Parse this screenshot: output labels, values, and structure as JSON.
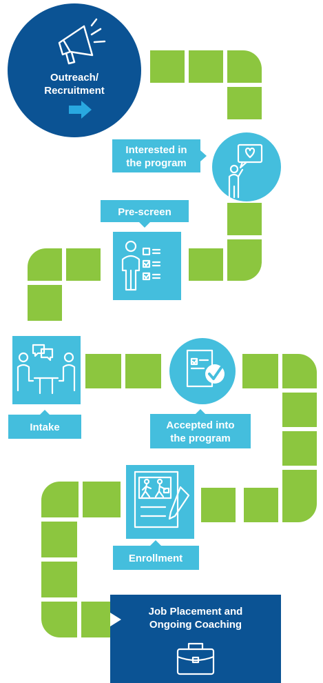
{
  "colors": {
    "path_green": "#8CC63F",
    "cyan": "#44BEDD",
    "navy": "#0B5394",
    "arrow": "#29A8E0",
    "white": "#FFFFFF"
  },
  "steps": [
    {
      "id": "outreach",
      "label_line1": "Outreach/",
      "label_line2": "Recruitment",
      "icon": "megaphone-icon"
    },
    {
      "id": "interested",
      "label_line1": "Interested in",
      "label_line2": "the program",
      "icon": "person-heart-speech-icon"
    },
    {
      "id": "prescreen",
      "label": "Pre-screen",
      "icon": "person-checklist-icon"
    },
    {
      "id": "intake",
      "label": "Intake",
      "icon": "meeting-table-icon"
    },
    {
      "id": "accepted",
      "label_line1": "Accepted into",
      "label_line2": "the program",
      "icon": "document-check-icon"
    },
    {
      "id": "enrollment",
      "label": "Enrollment",
      "icon": "enrollment-form-icon"
    },
    {
      "id": "job",
      "label_line1": "Job Placement and",
      "label_line2": "Ongoing Coaching",
      "icon": "briefcase-icon"
    }
  ]
}
